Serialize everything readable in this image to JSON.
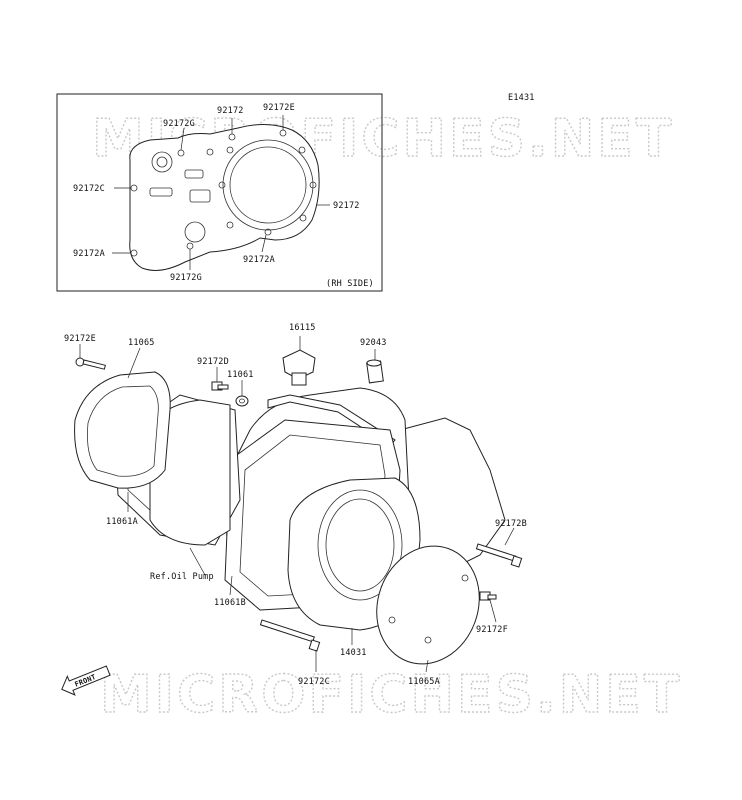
{
  "diagram_id": "E1431",
  "watermark": "MICROFICHES.NET",
  "inset": {
    "caption": "(RH SIDE)",
    "labels": {
      "l_92172_top": "92172",
      "l_92172e_top": "92172E",
      "l_92172g_top": "92172G",
      "l_92172c_left": "92172C",
      "l_92172_right": "92172",
      "l_92172a_left": "92172A",
      "l_92172a_bottom": "92172A",
      "l_92172g_bottom": "92172G"
    }
  },
  "main": {
    "labels": {
      "l_92172e": "92172E",
      "l_11065": "11065",
      "l_92172d": "92172D",
      "l_11061": "11061",
      "l_16115": "16115",
      "l_92043": "92043",
      "l_11061a": "11061A",
      "l_ref_oil_pump": "Ref.Oil Pump",
      "l_11061b": "11061B",
      "l_92172b": "92172B",
      "l_92172f": "92172F",
      "l_14031": "14031",
      "l_11065a": "11065A",
      "l_92172c": "92172C"
    },
    "front_label": "FRONT"
  }
}
